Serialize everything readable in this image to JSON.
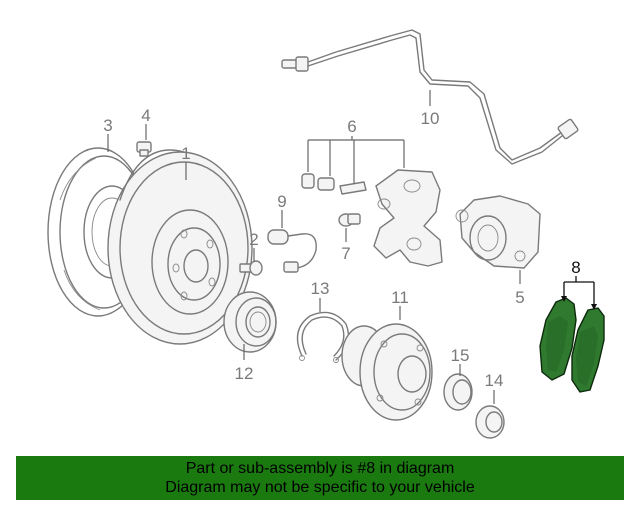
{
  "callouts": {
    "c1": "1",
    "c2": "2",
    "c3": "3",
    "c4": "4",
    "c5": "5",
    "c6": "6",
    "c7": "7",
    "c8": "8",
    "c9": "9",
    "c10": "10",
    "c11": "11",
    "c12": "12",
    "c13": "13",
    "c14": "14",
    "c15": "15"
  },
  "highlight_color": "#2f7a2f",
  "banner": {
    "line1": "Part or sub-assembly is #8 in diagram",
    "line2": "Diagram may not be specific to your vehicle",
    "background": "#1a7a10"
  }
}
